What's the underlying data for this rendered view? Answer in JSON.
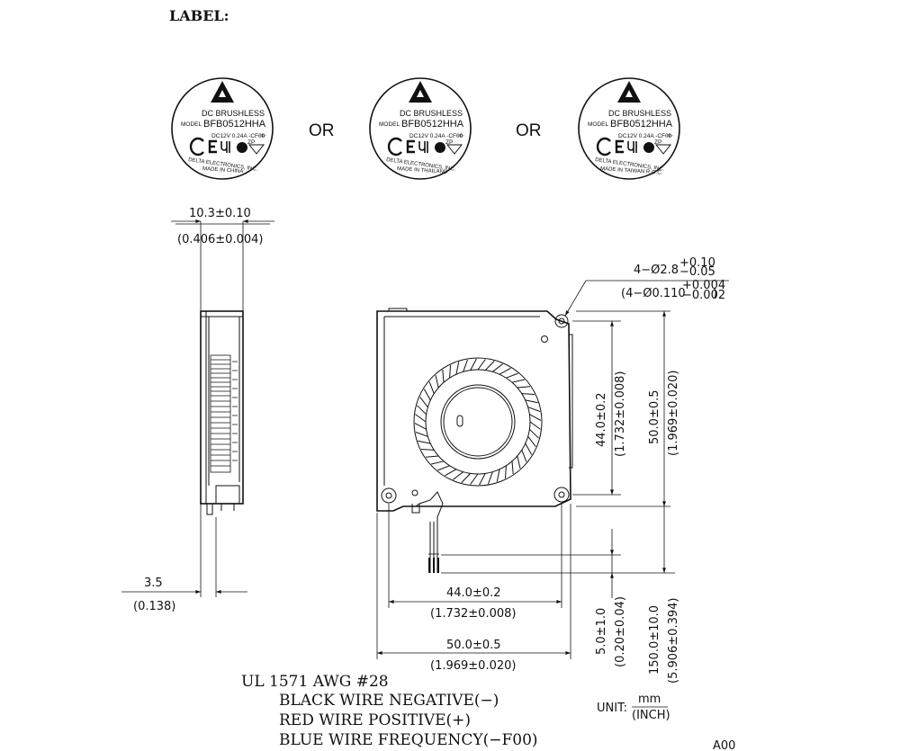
{
  "header": {
    "label_title": "LABEL:"
  },
  "labels": [
    {
      "line1": "DC  BRUSHLESS",
      "model_prefix": "MODEL",
      "model": "BFB0512HHA",
      "rating": "DC12V   0.24A  -CF00",
      "cert": "ZP",
      "company": "DELTA ELECTRONICS, INC.",
      "origin": "MADE IN CHINA"
    },
    {
      "line1": "DC  BRUSHLESS",
      "model_prefix": "MODEL",
      "model": "BFB0512HHA",
      "rating": "DC12V   0.24A  -CF00",
      "cert": "ZP",
      "company": "DELTA ELECTRONICS, INC.",
      "origin": "MADE IN THAILAND"
    },
    {
      "line1": "DC  BRUSHLESS",
      "model_prefix": "MODEL",
      "model": "BFB0512HHA",
      "rating": "DC12V   0.24A  -CF00",
      "cert": "ZP",
      "company": "DELTA ELECTRONICS, INC.",
      "origin": "MADE IN TAIWAN R.O.C."
    }
  ],
  "or_text": "OR",
  "dimensions": {
    "thickness": "10.3±0.10",
    "thickness_inch": "(0.406±0.004)",
    "side_offset": "3.5",
    "side_offset_inch": "(0.138)",
    "hole_dia": "4−Ø2.8",
    "hole_tol_plus": "+0.10",
    "hole_tol_minus": "−0.05",
    "hole_dia_inch": "(4−Ø0.110",
    "hole_inch_tol_plus": "+0.004",
    "hole_inch_tol_minus": "−0.002",
    "hole_inch_close": ")",
    "pitch_v": "44.0±0.2",
    "pitch_v_inch": "(1.732±0.008)",
    "size_v": "50.0±0.5",
    "size_v_inch": "(1.969±0.020)",
    "pitch_h": "44.0±0.2",
    "pitch_h_inch": "(1.732±0.008)",
    "size_h": "50.0±0.5",
    "size_h_inch": "(1.969±0.020)",
    "strip": "5.0±1.0",
    "strip_inch": "(0.20±0.04)",
    "lead": "150.0±10.0",
    "lead_inch": "(5.906±0.394)"
  },
  "wiring": {
    "spec": "UL 1571   AWG #28",
    "black": "BLACK WIRE NEGATIVE(−)",
    "red": "RED WIRE POSITIVE(+)",
    "blue": "BLUE WIRE FREQUENCY(−F00)"
  },
  "unit": {
    "label": "UNIT:",
    "top": "mm",
    "bottom": "(INCH)"
  },
  "revision": "A00"
}
